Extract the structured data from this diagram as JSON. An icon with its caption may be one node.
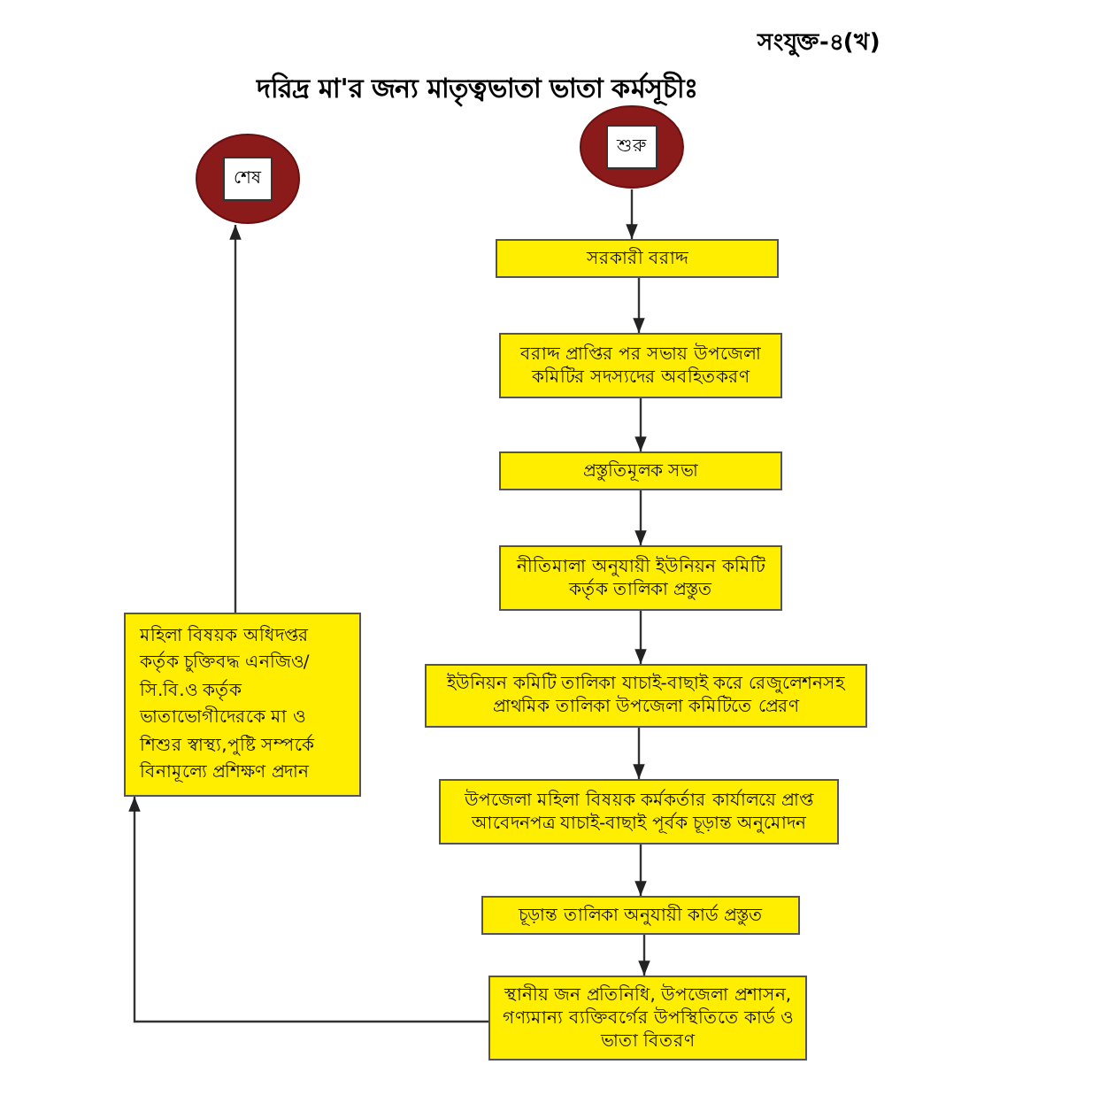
{
  "diagram": {
    "title": "দরিদ্র মা'র জন্য মাতৃত্বভাতা ভাতা কর্মসূচীঃ",
    "nodes": [
      {
        "text": [
          "শেষ"
        ]
      },
      {
        "text": [
          "শুরু"
        ]
      },
      {
        "text": [
          "সরকারী বরাদ্দ"
        ]
      },
      {
        "text": [
          "বরাদ্দ প্রাপ্তির পর সভায় উপজেলা কমিটির সদস্যদের অবহিতকরণ"
        ]
      },
      {
        "text": [
          "প্রস্তুতিমূলক সভা"
        ]
      },
      {
        "text": [
          "নীতিমালা অনুযায়ী ইউনিয়ন কমিটি কর্তৃক তালিকা প্রস্তুত"
        ]
      },
      {
        "text": [
          "ইউনিয়ন কমিটি তালিকা যাচাই-বাছাই করে রেজুলেশনসহ প্রাথমিক তালিকা উপজেলা কমিটিতে প্রেরণ"
        ]
      },
      {
        "text": [
          "উপজেলা মহিলা বিষয়ক কর্মকর্তার কার্যালয়ে প্রাপ্ত আবেদনপত্র যাচাই-বাছাই পূর্বক চূড়ান্ত অনুমোদন"
        ]
      },
      {
        "text": [
          "চূড়ান্ত তালিকা অনুযায়ী কার্ড প্রস্তুত"
        ]
      },
      {
        "text": [
          "স্থানীয় জন প্রতিনিধি, উপজেলা প্রশাসন, গণ্যমান্য ব্যক্তিবর্গের উপস্থিতিতে কার্ড ও ভাতা বিতরণ"
        ]
      },
      {
        "text": [
          "মহিলা বিষয়ক অধিদপ্তর কর্তৃক চুক্তিবদ্ধ এনজিও/সি.বি.ও কর্তৃক ভাতাভোগীদেরকে মা ও শিশুর স্বাস্থ্য,পুষ্টি সম্পর্কে বিনামূল্যে প্রশিক্ষণ প্রদান"
        ]
      }
    ],
    "edges": [
      {
        "from": 1,
        "to": 2,
        "arrow": "to"
      },
      {
        "from": 2,
        "to": 3,
        "arrow": "to"
      },
      {
        "from": 3,
        "to": 4,
        "arrow": "to"
      },
      {
        "from": 4,
        "to": 5,
        "arrow": "to"
      },
      {
        "from": 5,
        "to": 6,
        "arrow": "to"
      },
      {
        "from": 6,
        "to": 7,
        "arrow": "to"
      },
      {
        "from": 7,
        "to": 8,
        "arrow": "to"
      },
      {
        "from": 8,
        "to": 9,
        "arrow": "to"
      },
      {
        "from": 9,
        "to": 10,
        "arrow": "to"
      },
      {
        "from": 10,
        "to": 0,
        "arrow": "to"
      }
    ],
    "labels": [
      "সংযুক্ত-৪(খ)"
    ]
  }
}
